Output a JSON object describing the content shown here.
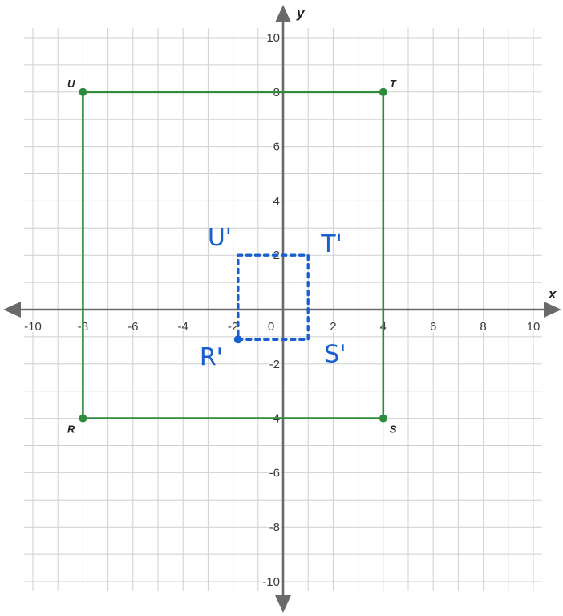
{
  "chart_data": {
    "type": "coordinate-plane",
    "x_axis": {
      "label": "x",
      "range": [
        -10,
        10
      ],
      "ticks": [
        -10,
        -8,
        -6,
        -4,
        -2,
        0,
        2,
        4,
        6,
        8,
        10
      ]
    },
    "y_axis": {
      "label": "y",
      "range": [
        -10,
        10
      ],
      "ticks": [
        -10,
        -8,
        -6,
        -4,
        -2,
        2,
        4,
        6,
        8,
        10
      ]
    },
    "grid": true,
    "shapes": [
      {
        "name": "RSTU",
        "style": "solid",
        "color": "#2e8b3c",
        "vertices": [
          {
            "label": "R",
            "x": -8,
            "y": -4
          },
          {
            "label": "S",
            "x": 4,
            "y": -4
          },
          {
            "label": "T",
            "x": 4,
            "y": 8
          },
          {
            "label": "U",
            "x": -8,
            "y": 8
          }
        ]
      },
      {
        "name": "R'S'T'U'",
        "style": "dotted-handdrawn",
        "color": "#1a5fd0",
        "vertices": [
          {
            "label": "R'",
            "x": -1.8,
            "y": -1.1
          },
          {
            "label": "S'",
            "x": 1,
            "y": -1.1
          },
          {
            "label": "T'",
            "x": 1,
            "y": 2
          },
          {
            "label": "U'",
            "x": -1.8,
            "y": 2
          }
        ]
      }
    ]
  }
}
